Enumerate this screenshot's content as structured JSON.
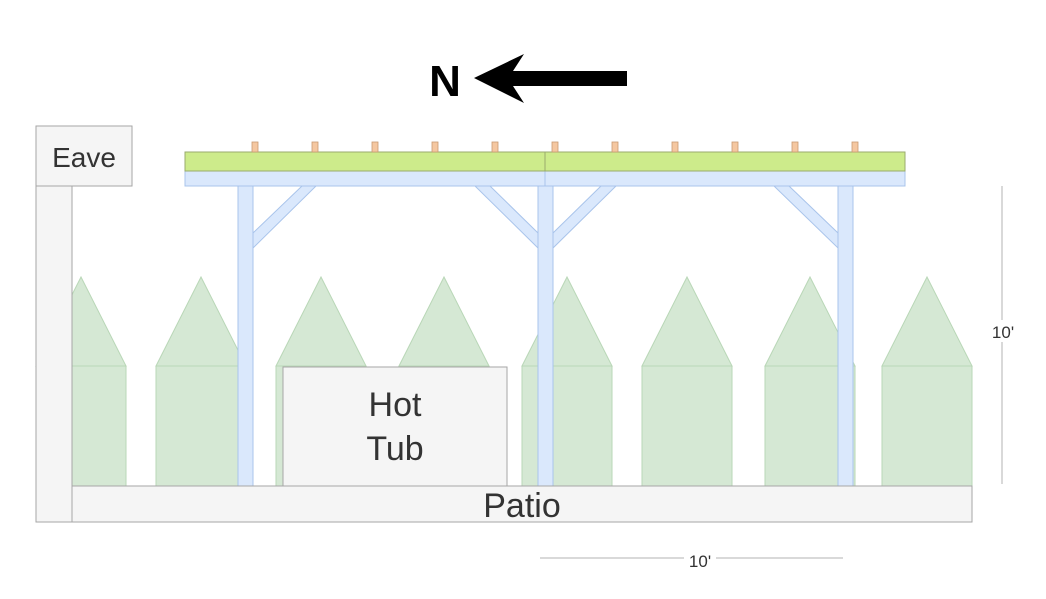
{
  "compass": {
    "label": "N"
  },
  "labels": {
    "eave": "Eave",
    "hot_tub_line1": "Hot",
    "hot_tub_line2": "Tub",
    "patio": "Patio"
  },
  "dimensions": {
    "height": "10'",
    "width": "10'"
  },
  "colors": {
    "roof_slats": "#cdeb8b",
    "beam": "#dae8fc",
    "beam_stroke": "#a9c4eb",
    "tree": "#d5e8d4",
    "tree_stroke": "#b9d7b7",
    "structure_fill": "#f5f5f5",
    "structure_stroke": "#a6a6a6",
    "rafter_tail": "#f5c7a0",
    "arrow": "#000000"
  }
}
